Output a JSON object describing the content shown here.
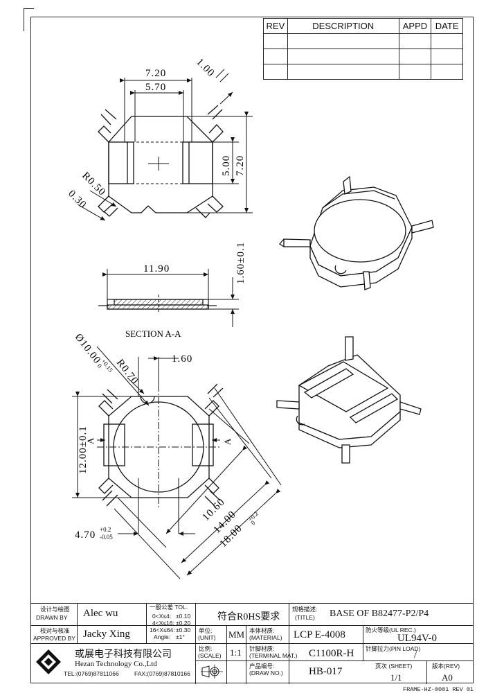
{
  "revision_table": {
    "headers": [
      "REV",
      "DESCRIPTION",
      "APPD",
      "DATE"
    ]
  },
  "dimensions": {
    "top_width_outer": "7.20",
    "top_width_inner": "5.70",
    "terminal_width": "1.00",
    "top_height_inner": "5.00",
    "top_height_outer": "7.20",
    "radius_small": "R0.50",
    "offset": "0.30",
    "section_width": "11.90",
    "section_height": "1.60±0.1",
    "section_label": "SECTION A-A",
    "bore_diameter": "Ø10.00",
    "bore_tol_upper": "+0.15",
    "bore_tol_lower": "0",
    "radius_notch": "R0.70",
    "notch_width": "1.60",
    "bottom_height": "12.00±0.1",
    "flat_width": "10.60",
    "body_width": "14.00",
    "overall_width": "18.00",
    "overall_tol_upper": "+0.2",
    "overall_tol_lower": "0",
    "terminal_pitch": "4.70",
    "terminal_pitch_tol_upper": "+0.2",
    "terminal_pitch_tol_lower": "-0.05",
    "section_marker": "A"
  },
  "title_block": {
    "drawn_by_label_cn": "设计与绘图",
    "drawn_by_label_en": "DRAWN BY",
    "drawn_by": "Alec wu",
    "approved_by_label_cn": "校对与核准",
    "approved_by_label_en": "APPROVED BY",
    "approved_by": "Jacky Xing",
    "tolerance_title": "一般公差 TOL.",
    "tolerances": [
      {
        "range": "0<X≤4:",
        "value": "±0.10"
      },
      {
        "range": "4<X≤16:",
        "value": "±0.20"
      },
      {
        "range": "16<X≤64:",
        "value": "±0.30"
      },
      {
        "range": "Angle:",
        "value": "±1°"
      }
    ],
    "rohs": "符合R0HS要求",
    "title_label_cn": "规格描述:",
    "title_label_en": "(TITLE)",
    "title": "BASE OF B82477-P2/P4",
    "unit_label_cn": "单位:",
    "unit_label_en": "(UNIT)",
    "unit": "MM",
    "material_label_cn": "本体材质:",
    "material_label_en": "(MATERIAL)",
    "material": "LCP E-4008",
    "ul_label": "防火等级(UL REC.)",
    "ul": "UL94V-0",
    "scale_label_cn": "比例:",
    "scale_label_en": "(SCALE)",
    "scale": "1:1",
    "terminal_label_cn": "针脚材质:",
    "terminal_label_en": "(TERMINAL MAT.)",
    "terminal_mat": "C1100R-H",
    "pin_load_label": "针脚拉力(PIN LOAD)",
    "pin_load": "/",
    "drawing_no_label_cn": "产品编号:",
    "drawing_no_label_en": "(DRAW NO.)",
    "drawing_no": "HB-017",
    "sheet_label": "页次 (SHEET)",
    "sheet": "1/1",
    "rev_label": "版本(REV)",
    "rev": "A0",
    "company_cn": "或展电子科技有限公司",
    "company_en": "Hezan Technology Co.,Ltd",
    "tel": "TEL:(0769)87811066",
    "fax": "FAX:(0769)87810166",
    "frame_ref": "FRAME-HZ-0001 REV 01"
  }
}
